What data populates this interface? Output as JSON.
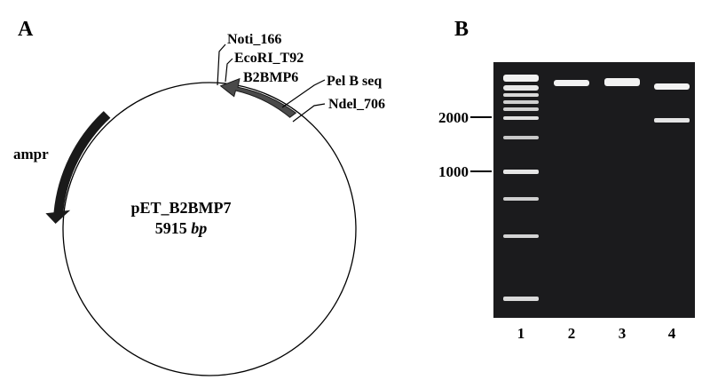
{
  "panel_a": {
    "panel_label": "A",
    "plasmid_name": "pET_B2BMP7",
    "size_number": "5915",
    "size_unit": "bp",
    "features": {
      "noti": "Noti_166",
      "ecori": "EcoRI_T92",
      "b2bmp6": "B2BMP6",
      "pelb": "Pel B seq",
      "ndel": "Ndel_706",
      "ampr": "ampr"
    },
    "colors": {
      "arrow_dark": "#1a1a1a",
      "arrow_gray": "#4a4a4a",
      "circle": "#000000"
    }
  },
  "panel_b": {
    "panel_label": "B",
    "marker_labels": [
      "2000",
      "1000"
    ],
    "lane_labels": [
      "1",
      "2",
      "3",
      "4"
    ],
    "colors": {
      "gel_background": "#1b1b1d",
      "band": "#f2f2f2"
    }
  }
}
